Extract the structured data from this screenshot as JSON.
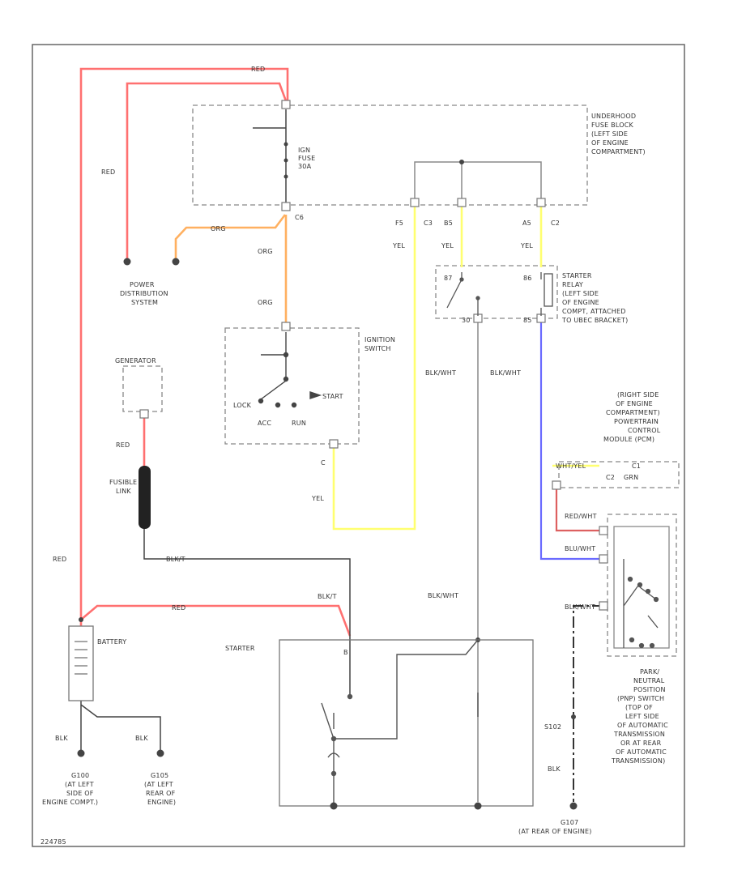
{
  "colors": {
    "red": "#ff7070",
    "orange": "#ffb060",
    "yellow": "#ffff70",
    "blue": "#6a6aff",
    "gray": "#8a8a8a",
    "black": "#333333"
  },
  "labels": {
    "red_top": "RED",
    "red_left_vertical": "RED",
    "orange_to_pds": "ORG",
    "org_upper": "ORG",
    "org_lower": "ORG",
    "underhood_fuse_block": [
      "UNDERHOOD",
      "FUSE BLOCK",
      "(LEFT SIDE",
      "OF ENGINE",
      "COMPARTMENT)"
    ],
    "ign_fuse": [
      "IGN",
      "FUSE",
      "30A"
    ],
    "conn_c6": "C6",
    "conn_f5": "F5",
    "conn_c3": "C3",
    "conn_b5": "B5",
    "conn_a5": "A5",
    "conn_c2": "C2",
    "yel_1": "YEL",
    "yel_2": "YEL",
    "yel_3": "YEL",
    "yel_4": "YEL",
    "power_distribution": [
      "POWER",
      "DISTRIBUTION",
      "SYSTEM"
    ],
    "starter_relay": [
      "STARTER",
      "RELAY",
      "(LEFT SIDE",
      "OF ENGINE",
      "COMPT, ATTACHED",
      "TO UBEC BRACKET)"
    ],
    "relay_87": "87",
    "relay_30": "30",
    "relay_86": "86",
    "relay_85": "85",
    "ignition_switch": [
      "IGNITION",
      "SWITCH"
    ],
    "ign_lock": "LOCK",
    "ign_acc": "ACC",
    "ign_run": "RUN",
    "ign_start": "START",
    "ign_c": "C",
    "generator": "GENERATOR",
    "red_gen": "RED",
    "fusible_link": [
      "FUSIBLE",
      "LINK"
    ],
    "blk_wht_1": "BLK/WHT",
    "blk_wht_2": "BLK/WHT",
    "blk_wht_3": "BLK/WHT",
    "pcm_note": [
      "(RIGHT SIDE",
      "OF ENGINE",
      "COMPARTMENT)",
      "POWERTRAIN",
      "CONTROL",
      "MODULE (PCM)"
    ],
    "pcm_conn": [
      "WHT/YEL",
      "C2",
      "GRN"
    ],
    "pcm_conn_c1": "C1",
    "red_left": "RED",
    "blk_wht_pnp": "BLK/WHT",
    "red_pnp": "RED/WHT",
    "blu_pnp": "BLU/WHT",
    "battery": "BATTERY",
    "red_battery": "RED",
    "blk_start_1": "BLK/T",
    "blk_start_2": "BLK/T",
    "starter": "STARTER",
    "starter_b": "B",
    "blk_1": "BLK",
    "blk_2": "BLK",
    "blk_3": "BLK",
    "ground_g100": [
      "G100",
      "(AT LEFT",
      "SIDE OF",
      "ENGINE COMPT.)"
    ],
    "ground_g105": [
      "G105",
      "(AT LEFT",
      "REAR OF",
      "ENGINE)"
    ],
    "pnp_switch": [
      "PARK/",
      "NEUTRAL",
      "POSITION",
      "(PNP) SWITCH",
      "(TOP OF",
      "LEFT SIDE",
      "OF AUTOMATIC",
      "TRANSMISSION",
      "OR AT REAR",
      "OF AUTOMATIC",
      "TRANSMISSION)"
    ],
    "s102": "S102",
    "ground_g107": [
      "G107",
      "(AT REAR OF ENGINE)"
    ],
    "footer_code": "224785"
  }
}
